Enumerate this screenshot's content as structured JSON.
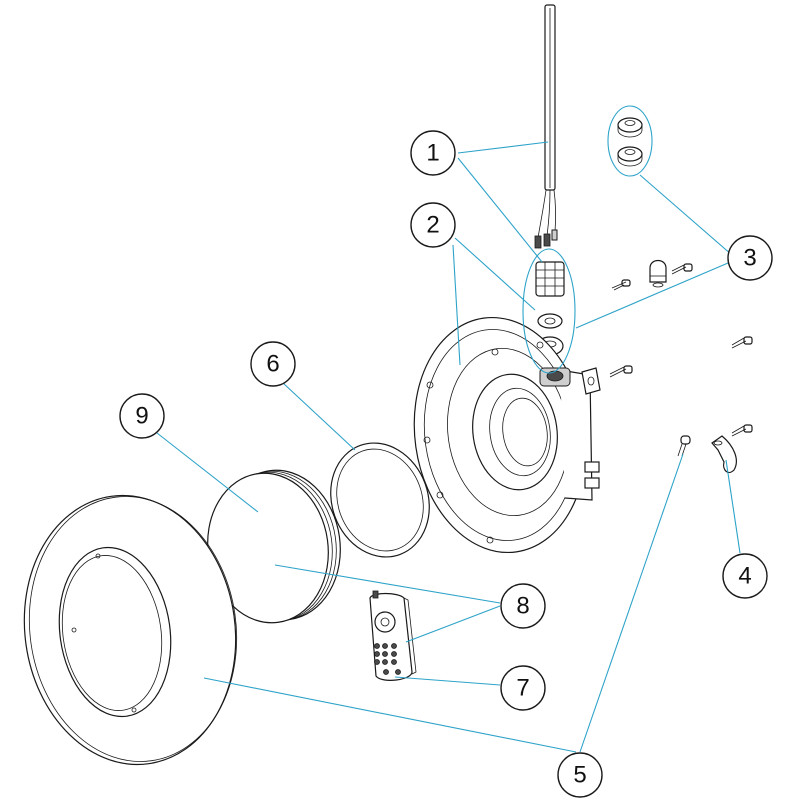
{
  "diagram": {
    "accent_color": "#2ea3c9",
    "callouts": [
      {
        "id": "1",
        "label": "1"
      },
      {
        "id": "2",
        "label": "2"
      },
      {
        "id": "3",
        "label": "3"
      },
      {
        "id": "4",
        "label": "4"
      },
      {
        "id": "5",
        "label": "5"
      },
      {
        "id": "6",
        "label": "6"
      },
      {
        "id": "7",
        "label": "7"
      },
      {
        "id": "8",
        "label": "8"
      },
      {
        "id": "9",
        "label": "9"
      }
    ]
  }
}
